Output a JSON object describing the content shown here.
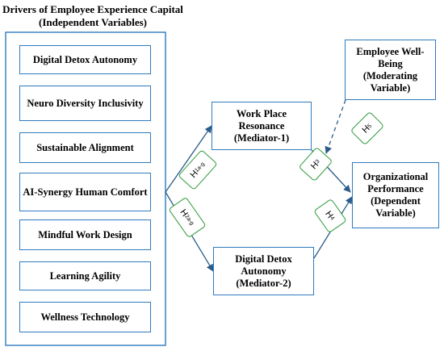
{
  "title": {
    "line1": "Drivers of Employee Experience Capital",
    "line2": "(Independent Variables)"
  },
  "drivers": [
    "Digital Detox Autonomy",
    "Neuro Diversity Inclusivity",
    "Sustainable Alignment",
    "AI-Synergy Human Comfort",
    "Mindful Work Design",
    "Learning Agility",
    "Wellness Technology"
  ],
  "mediator1": "Work Place Resonance (Mediator-1)",
  "mediator2": "Digital Detox Autonomy (Mediator-2)",
  "moderator": "Employee Well-Being (Moderating Variable)",
  "dependent": "Organizational Performance (Dependent Variable)",
  "hypotheses": {
    "h1": {
      "main": "H",
      "sub": "1a-g"
    },
    "h2": {
      "main": "H",
      "sub": "2a-g"
    },
    "h3": {
      "main": "H",
      "sub": "3"
    },
    "h4": {
      "main": "H",
      "sub": "4"
    },
    "h5": {
      "main": "H",
      "sub": "5"
    }
  },
  "colors": {
    "box_border": "#2e7bbf",
    "arrow": "#2b5c8a",
    "hypothesis_border": "#2e9a3a"
  }
}
